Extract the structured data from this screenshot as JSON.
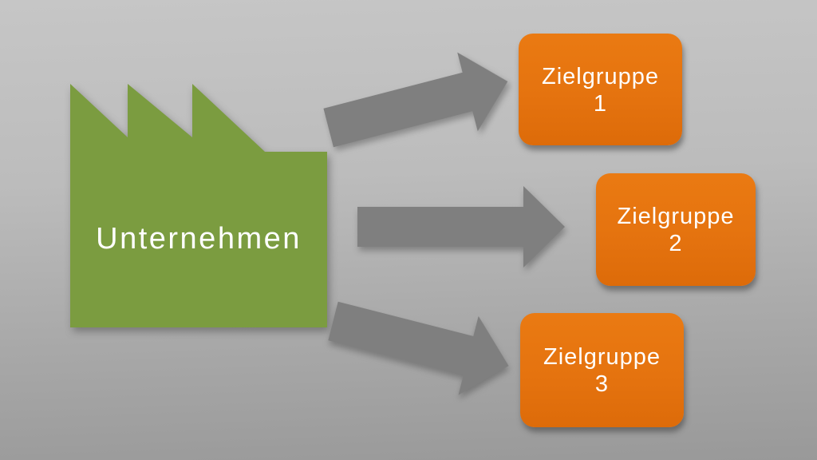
{
  "diagram": {
    "source": {
      "label": "Unternehmen"
    },
    "targets": [
      {
        "label": "Zielgruppe",
        "number": "1"
      },
      {
        "label": "Zielgruppe",
        "number": "2"
      },
      {
        "label": "Zielgruppe",
        "number": "3"
      }
    ],
    "colors": {
      "factory_green": "#7b9c40",
      "box_orange": "#e5730f",
      "arrow_gray": "#7f7f7f",
      "text_white": "#ffffff",
      "background_top": "#c6c6c6",
      "background_bottom": "#999999"
    }
  }
}
